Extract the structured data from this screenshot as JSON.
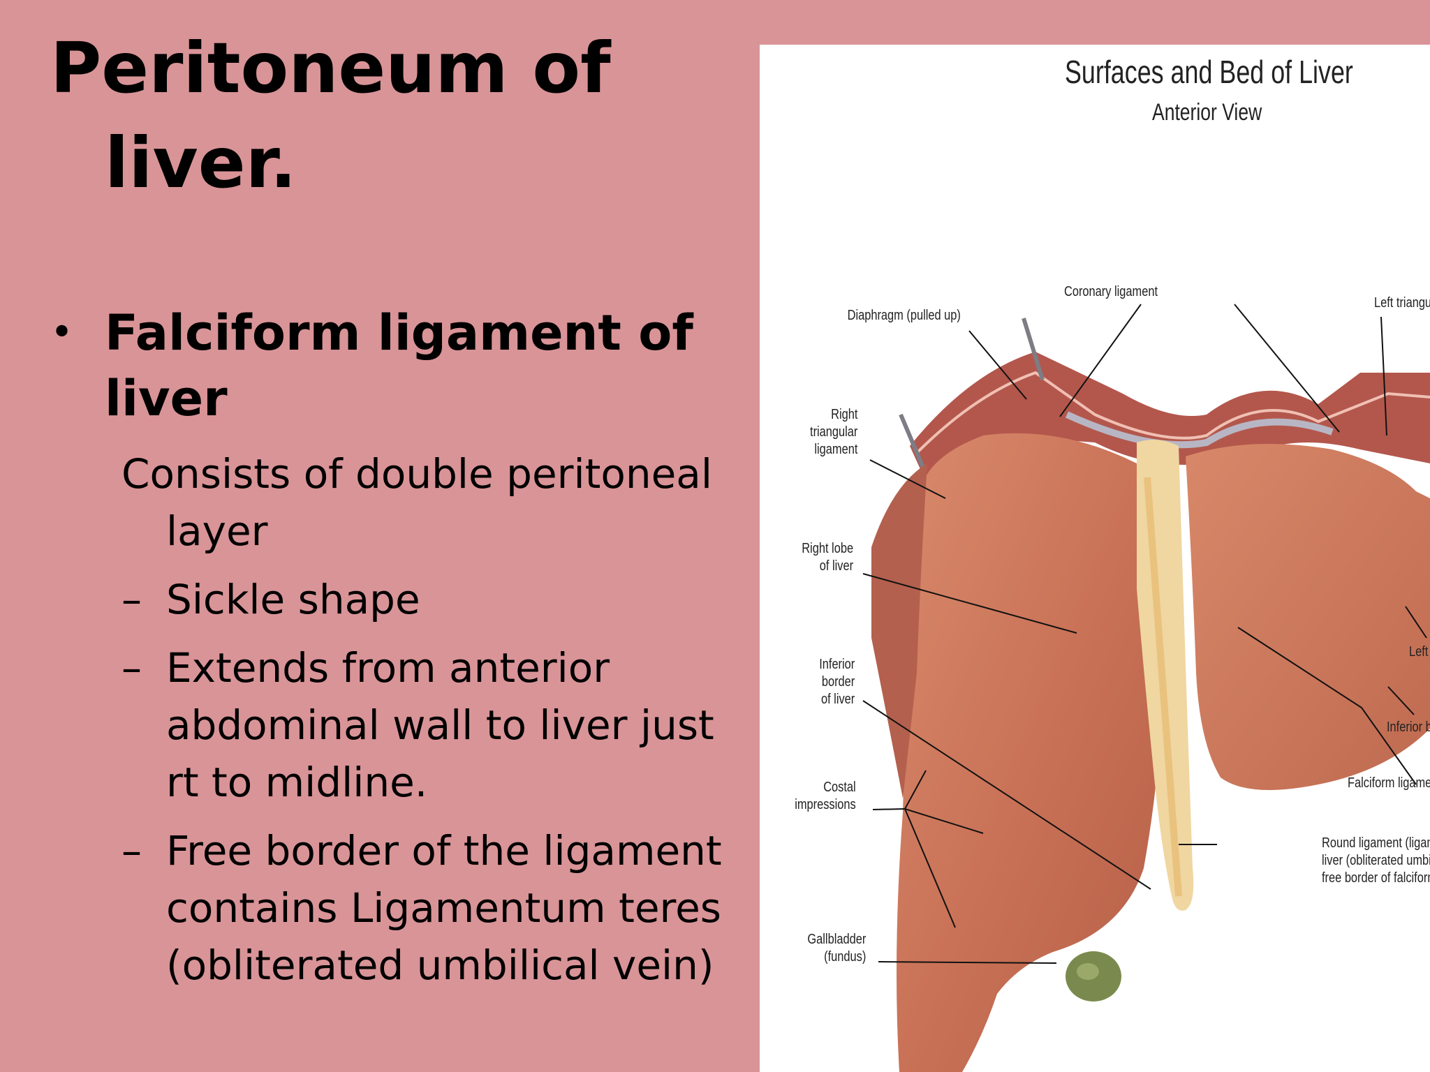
{
  "slide": {
    "title_line1": "Peritoneum of",
    "title_line2": "liver.",
    "bullet_symbol": "•",
    "bullet_heading": "Falciform ligament of liver",
    "description": "Consists of double peritoneal layer",
    "dash_symbol": "–",
    "points": [
      "Sickle shape",
      "Extends from anterior abdominal wall to liver just rt to midline.",
      "Free border of the ligament contains Ligamentum teres (obliterated umbilical vein)"
    ]
  },
  "figure": {
    "title": "Surfaces and Bed of Liver",
    "subtitle": "Anterior View",
    "labels": {
      "coronary": "Coronary ligament",
      "diaphragm": "Diaphragm (pulled up)",
      "left_triangular": "Left triangu",
      "right_triangular": "Right\ntriangular\nligament",
      "right_lobe": "Right lobe\nof liver",
      "inferior_border": "Inferior\nborder\nof liver",
      "costal": "Costal\nimpressions",
      "gallbladder": "Gallbladder\n(fundus)",
      "left_lobe": "Left",
      "inferior_border_right": "Inferior b",
      "falciform": "Falciform ligamen",
      "round": "Round ligament (ligam\nliver (obliterated umbil\nfree border of falciform"
    }
  }
}
